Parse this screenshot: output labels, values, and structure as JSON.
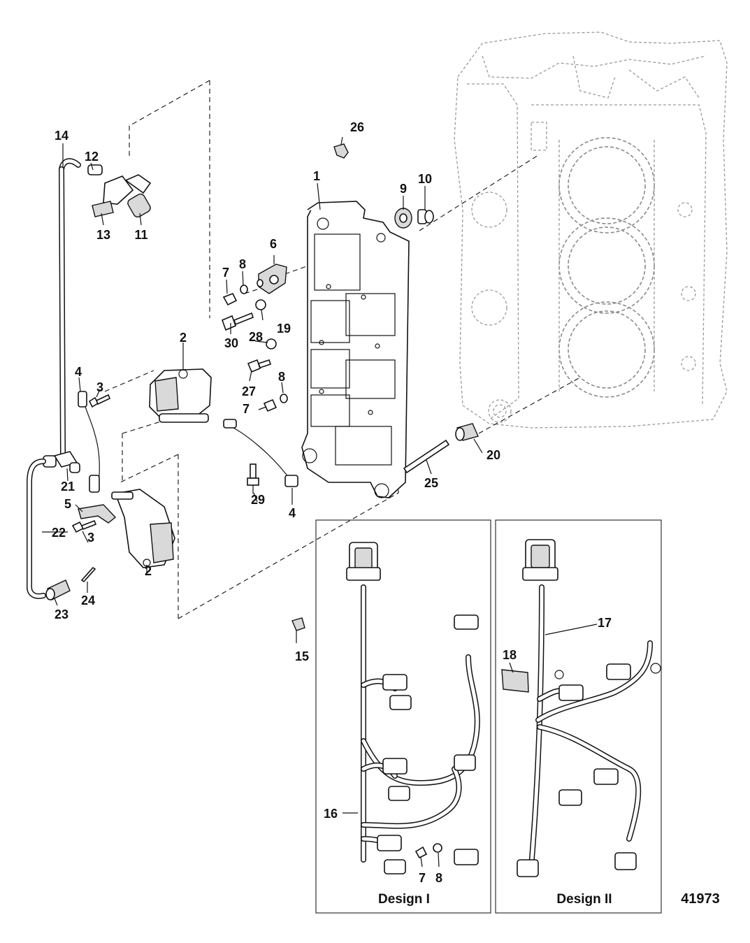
{
  "figure_number": "41973",
  "designs": [
    {
      "caption": "Design I"
    },
    {
      "caption": "Design II"
    }
  ],
  "callouts": {
    "c1": "1",
    "c2a": "2",
    "c2b": "2",
    "c3a": "3",
    "c3b": "3",
    "c4a": "4",
    "c4b": "4",
    "c5": "5",
    "c6": "6",
    "c7a": "7",
    "c7b": "7",
    "c7c": "7",
    "c8a": "8",
    "c8b": "8",
    "c8c": "8",
    "c9": "9",
    "c10": "10",
    "c11": "11",
    "c12": "12",
    "c13": "13",
    "c14": "14",
    "c15": "15",
    "c16": "16",
    "c17": "17",
    "c18": "18",
    "c19": "19",
    "c20": "20",
    "c21": "21",
    "c22": "22",
    "c23": "23",
    "c24": "24",
    "c25": "25",
    "c26": "26",
    "c27": "27",
    "c28": "28",
    "c29": "29",
    "c30": "30"
  }
}
